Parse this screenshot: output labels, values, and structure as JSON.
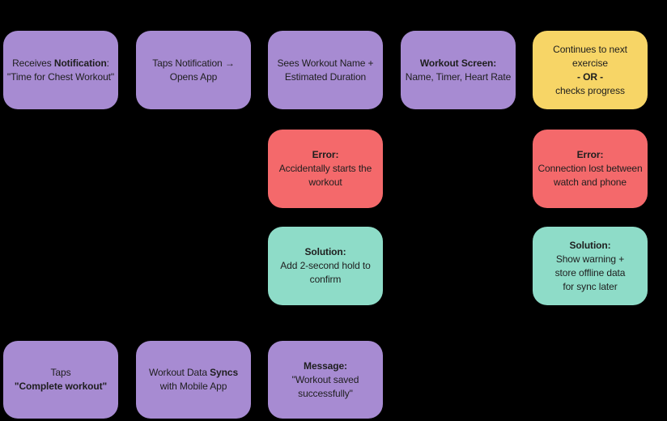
{
  "canvas": {
    "background": "#000000",
    "text_color": "#1E1E1E"
  },
  "palette": {
    "purple": "#A78BD2",
    "yellow": "#F7D566",
    "red": "#F4696B",
    "teal": "#8EDCC8"
  },
  "boxes": [
    {
      "name": "receives-notification",
      "color": "purple",
      "lines": [
        [
          {
            "t": "Receives "
          },
          {
            "t": "Notification",
            "b": true
          },
          {
            "t": ":"
          }
        ],
        [
          {
            "t": "\"Time for Chest Workout\""
          }
        ]
      ]
    },
    {
      "name": "taps-notification",
      "color": "purple",
      "lines": [
        [
          {
            "t": "Taps Notification →"
          }
        ],
        [
          {
            "t": "Opens App"
          }
        ]
      ]
    },
    {
      "name": "sees-workout-name",
      "color": "purple",
      "lines": [
        [
          {
            "t": "Sees Workout Name +"
          }
        ],
        [
          {
            "t": "Estimated Duration"
          }
        ]
      ]
    },
    {
      "name": "workout-screen",
      "color": "purple",
      "lines": [
        [
          {
            "t": "Workout Screen:",
            "b": true
          }
        ],
        [
          {
            "t": "Name, Timer, Heart Rate"
          }
        ]
      ]
    },
    {
      "name": "continues-or-checks-progress",
      "color": "yellow",
      "lines": [
        [
          {
            "t": "Continues to next"
          }
        ],
        [
          {
            "t": "exercise"
          }
        ],
        [
          {
            "t": "- OR -",
            "b": true
          }
        ],
        [
          {
            "t": "checks progress"
          }
        ]
      ]
    },
    {
      "name": "error-accidental-start",
      "color": "red",
      "lines": [
        [
          {
            "t": "Error:",
            "b": true
          }
        ],
        [
          {
            "t": "Accidentally starts the"
          }
        ],
        [
          {
            "t": "workout"
          }
        ]
      ]
    },
    {
      "name": "error-connection-lost",
      "color": "red",
      "lines": [
        [
          {
            "t": "Error:",
            "b": true
          }
        ],
        [
          {
            "t": "Connection lost between"
          }
        ],
        [
          {
            "t": "watch and phone"
          }
        ]
      ]
    },
    {
      "name": "solution-hold-to-confirm",
      "color": "teal",
      "lines": [
        [
          {
            "t": "Solution:",
            "b": true
          }
        ],
        [
          {
            "t": "Add 2-second hold to"
          }
        ],
        [
          {
            "t": "confirm"
          }
        ]
      ]
    },
    {
      "name": "solution-offline-sync",
      "color": "teal",
      "lines": [
        [
          {
            "t": "Solution:",
            "b": true
          }
        ],
        [
          {
            "t": "Show warning +"
          }
        ],
        [
          {
            "t": "store offline data"
          }
        ],
        [
          {
            "t": "for sync later"
          }
        ]
      ]
    },
    {
      "name": "taps-complete-workout",
      "color": "purple",
      "lines": [
        [
          {
            "t": "Taps"
          }
        ],
        [
          {
            "t": "\"Complete workout\"",
            "b": true
          }
        ]
      ]
    },
    {
      "name": "workout-data-syncs",
      "color": "purple",
      "lines": [
        [
          {
            "t": "Workout Data "
          },
          {
            "t": "Syncs",
            "b": true
          }
        ],
        [
          {
            "t": "with Mobile App"
          }
        ]
      ]
    },
    {
      "name": "message-workout-saved",
      "color": "purple",
      "lines": [
        [
          {
            "t": "Message:",
            "b": true
          }
        ],
        [
          {
            "t": "\"Workout saved"
          }
        ],
        [
          {
            "t": "successfully\""
          }
        ]
      ]
    }
  ]
}
